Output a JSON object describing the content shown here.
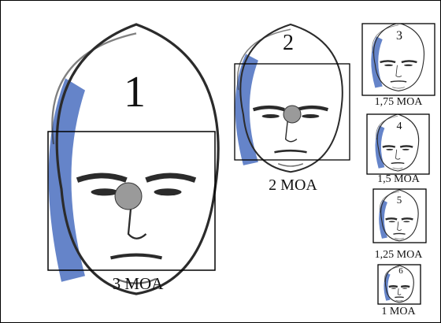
{
  "figure": {
    "faces": [
      {
        "number": "1",
        "caption": "3 MOA"
      },
      {
        "number": "2",
        "caption": "2 MOA"
      },
      {
        "number": "3",
        "caption": "1,75 MOA"
      },
      {
        "number": "4",
        "caption": "1,5 MOA"
      },
      {
        "number": "5",
        "caption": "1,25 MOA"
      },
      {
        "number": "6",
        "caption": "1 MOA"
      }
    ]
  },
  "colors": {
    "sketch_line": "#2b2b2b",
    "blue_shade": "#4a6fbf",
    "target_dot": "#9a9a9a",
    "box_border": "#000000",
    "background": "#ffffff"
  }
}
